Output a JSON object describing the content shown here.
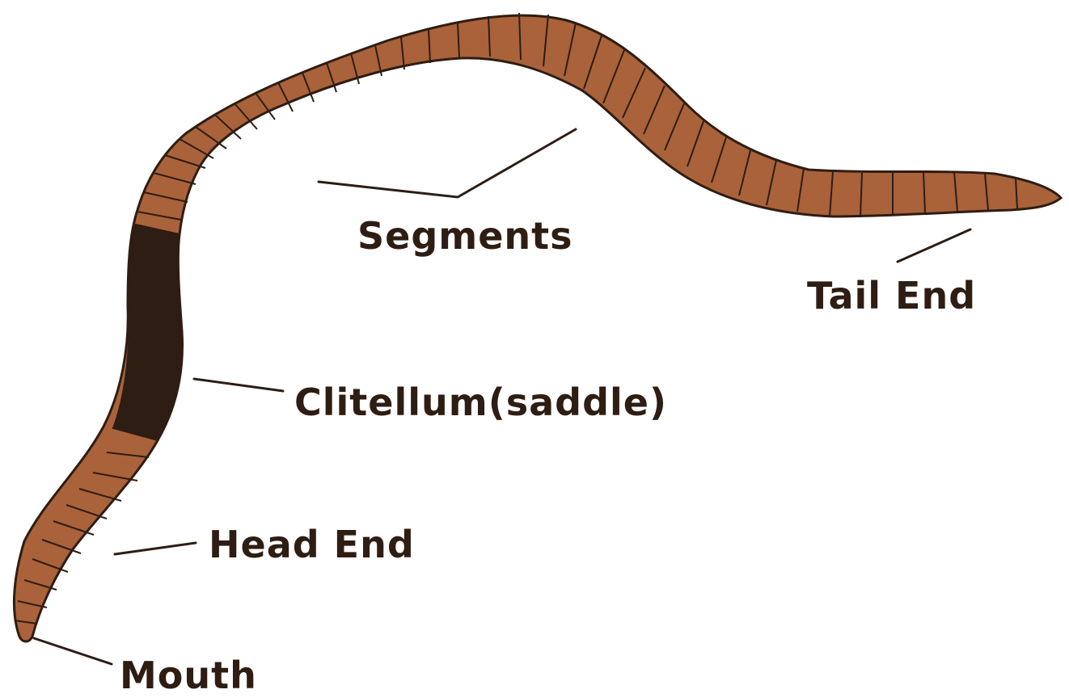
{
  "colors": {
    "body": "#a9623a",
    "clitellum": "#2e1d13",
    "outline": "#2e1d13",
    "text": "#2e1d13",
    "background": "#ffffff"
  },
  "labels": {
    "segments": "Segments",
    "tail_end": "Tail End",
    "clitellum": "Clitellum(saddle)",
    "head_end": "Head End",
    "mouth": "Mouth"
  }
}
